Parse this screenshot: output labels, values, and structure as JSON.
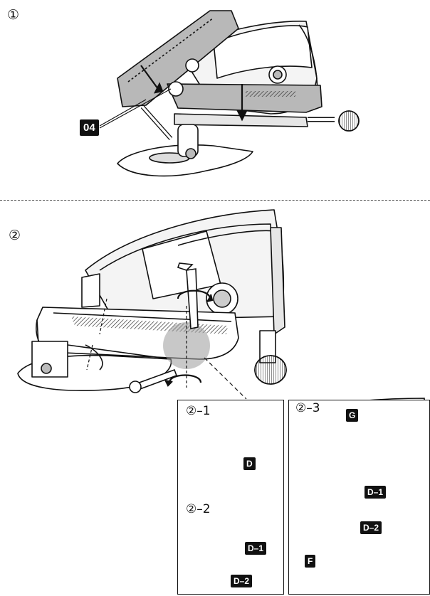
{
  "steps": {
    "step1": "①",
    "step2": "②"
  },
  "labels": {
    "part_04": "04",
    "part_d": "D",
    "part_d1": "D–1",
    "part_d2": "D–2",
    "part_g": "G",
    "part_f": "F"
  },
  "substeps": {
    "s1": "②–1",
    "s2": "②–2",
    "s3": "②–3"
  },
  "icons": {
    "rotate": "rotate-arrow-icon",
    "push": "down-arrow-icon"
  }
}
